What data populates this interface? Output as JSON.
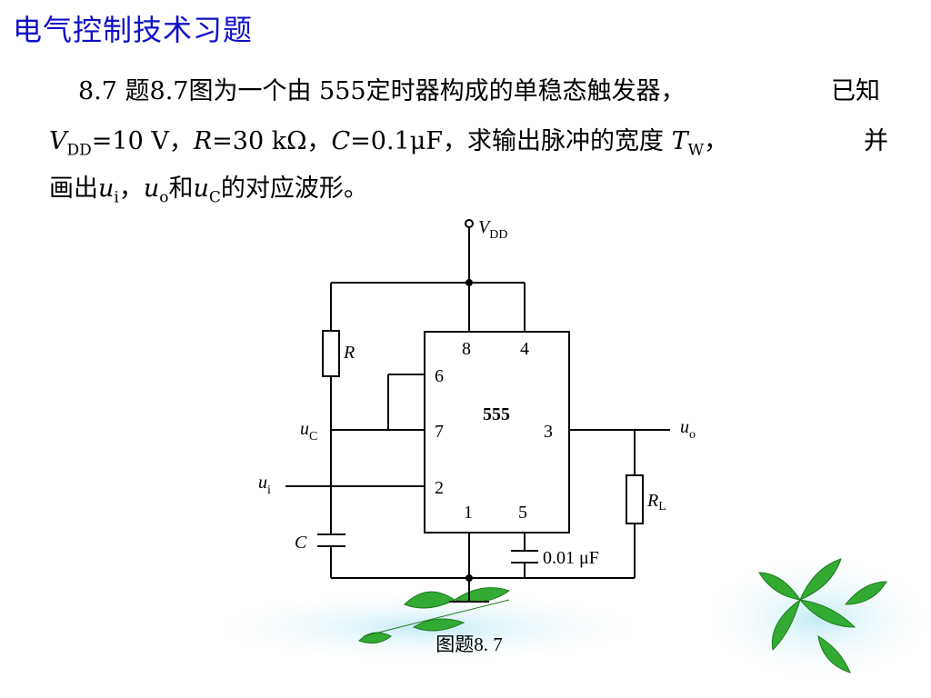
{
  "title": "电气控制技术习题",
  "problem": {
    "p1": "8.7 题8.7图为一个由 555定时器构成的单稳态触发器，",
    "p1_end": "已知",
    "vdd_sym": "V",
    "vdd_sub": "DD",
    "vdd_val": "=10 V，",
    "r_sym": "R",
    "r_val": "=30 kΩ，",
    "c_sym": "C",
    "c_val": "=0.1μF，求输出脉冲的宽度",
    "tw_sym": "T",
    "tw_sub": "W",
    "tw_comma": "，",
    "p2_end": "并",
    "p3a": "画出",
    "ui_sym": "u",
    "ui_sub": "i",
    "comma": "，",
    "uo_sym": "u",
    "uo_sub": "o",
    "he": "和",
    "uc_sym": "u",
    "uc_sub": "C",
    "p3_end": "的对应波形。"
  },
  "circuit": {
    "chip_label": "555",
    "pins": {
      "p8": "8",
      "p4": "4",
      "p6": "6",
      "p7": "7",
      "p3": "3",
      "p2": "2",
      "p1": "1",
      "p5": "5"
    },
    "vdd_sym": "V",
    "vdd_sub": "DD",
    "r_label": "R",
    "uc_sym": "u",
    "uc_sub": "C",
    "ui_sym": "u",
    "ui_sub": "i",
    "uo_sym": "u",
    "uo_sub": "o",
    "c_label": "C",
    "rl_sym": "R",
    "rl_sub": "L",
    "cap2_label": "0.01 μF",
    "caption": "图题8. 7"
  },
  "colors": {
    "title": "#1010c8",
    "leaf_green": "#2fa830",
    "bg_glow": "#cfeef5"
  }
}
